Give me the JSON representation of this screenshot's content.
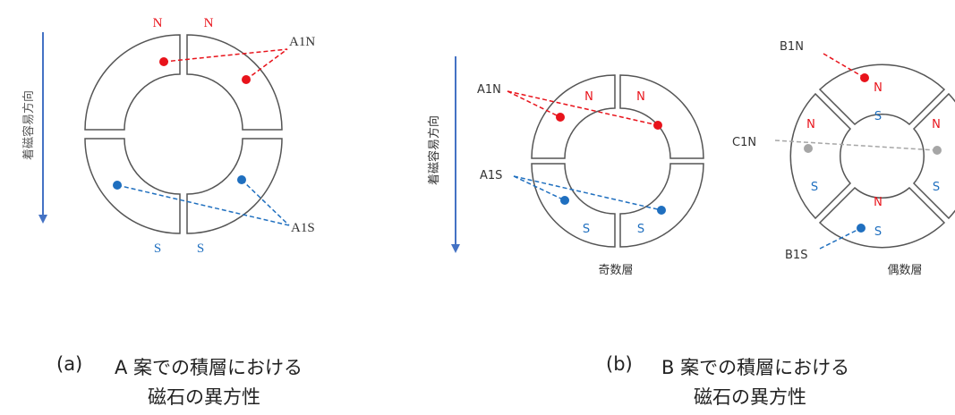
{
  "panel_a": {
    "top_labels": [
      "N",
      "N"
    ],
    "bottom_labels": [
      "S",
      "S"
    ],
    "callout_north": "A1N",
    "callout_south": "A1S",
    "axis_label": "着磁容易方向",
    "caption_tag": "(a)",
    "caption_line1": "A 案での積層における",
    "caption_line2": "磁石の異方性"
  },
  "panel_b": {
    "axis_label": "着磁容易方向",
    "odd": {
      "north_labels": [
        "N",
        "N"
      ],
      "south_labels": [
        "S",
        "S"
      ],
      "callout_north": "A1N",
      "callout_south": "A1S",
      "layer_label": "奇数層"
    },
    "even": {
      "north_labels": [
        "N",
        "N",
        "N",
        "N"
      ],
      "south_labels": [
        "S",
        "S",
        "S",
        "S"
      ],
      "callout_top": "B1N",
      "callout_middle": "C1N",
      "callout_bottom": "B1S",
      "layer_label": "偶数層"
    },
    "caption_tag": "(b)",
    "caption_line1": "B 案での積層における",
    "caption_line2": "磁石の異方性"
  },
  "colors": {
    "north": "#e8131b",
    "south": "#1f6fbf",
    "neutral": "#a6a6a6",
    "arrow": "#4472c4",
    "outline": "#555555"
  }
}
